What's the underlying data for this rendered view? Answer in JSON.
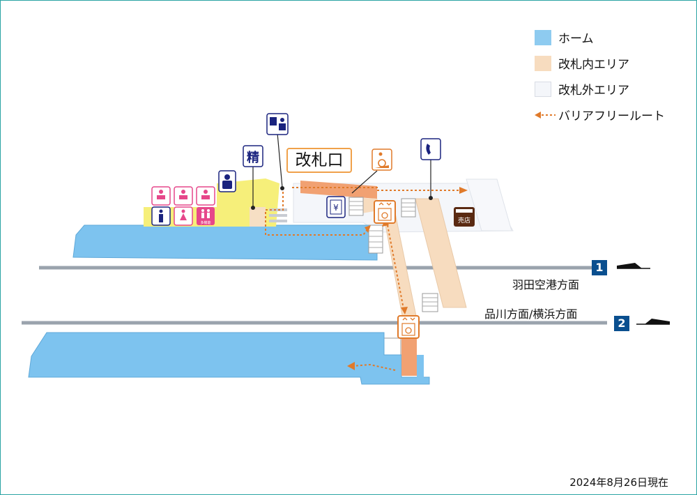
{
  "legend": [
    {
      "label": "ホーム",
      "color": "#8ecbf0"
    },
    {
      "label": "改札内エリア",
      "color": "#f7dcbf"
    },
    {
      "label": "改札外エリア",
      "color": "#f4f6fa"
    },
    {
      "label": "バリアフリールート",
      "color": "#e07a2a"
    }
  ],
  "ticket_gate_label": "改札口",
  "fare_adjust_icon_text": "精",
  "shop_icon_text": "売店",
  "multipurpose_toilet_text": "多機能",
  "yen_icon_text": "¥",
  "line1": {
    "number": "1",
    "direction": "羽田空港方面"
  },
  "line2": {
    "number": "2",
    "direction": "品川方面/横浜方面"
  },
  "date_label": "2024年8月26日現在",
  "colors": {
    "platform": "#7dc3ef",
    "inside_gate": "#f7dcbf",
    "outside_gate": "#f4f6fa",
    "route": "#e07a2a",
    "yellow_area": "#f6ef7a",
    "navy": "#1a237e",
    "pink": "#e6478a"
  }
}
